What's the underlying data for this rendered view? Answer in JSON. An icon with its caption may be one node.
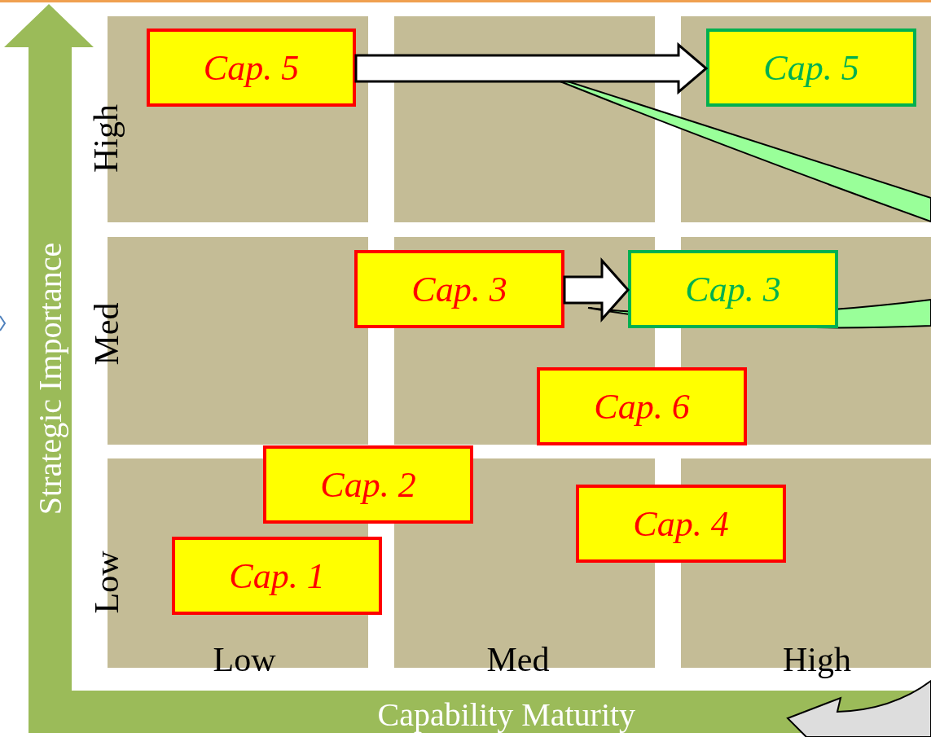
{
  "diagram": {
    "nodes": [
      {
        "text": [
          "Cap. 5"
        ]
      },
      {
        "text": [
          "Cap. 5"
        ]
      },
      {
        "text": [
          "Cap. 3"
        ]
      },
      {
        "text": [
          "Cap. 3"
        ]
      },
      {
        "text": [
          "Cap. 6"
        ]
      },
      {
        "text": [
          "Cap. 2"
        ]
      },
      {
        "text": [
          "Cap. 4"
        ]
      },
      {
        "text": [
          "Cap. 1"
        ]
      }
    ],
    "edges": [
      {
        "from": 0,
        "to": 1,
        "arrow": "to"
      },
      {
        "from": 2,
        "to": 3,
        "arrow": "to"
      }
    ],
    "labels": [
      "Strategic Importance",
      "High",
      "Med",
      "Low",
      "Low",
      "Med",
      "High",
      "Capability Maturity"
    ]
  }
}
